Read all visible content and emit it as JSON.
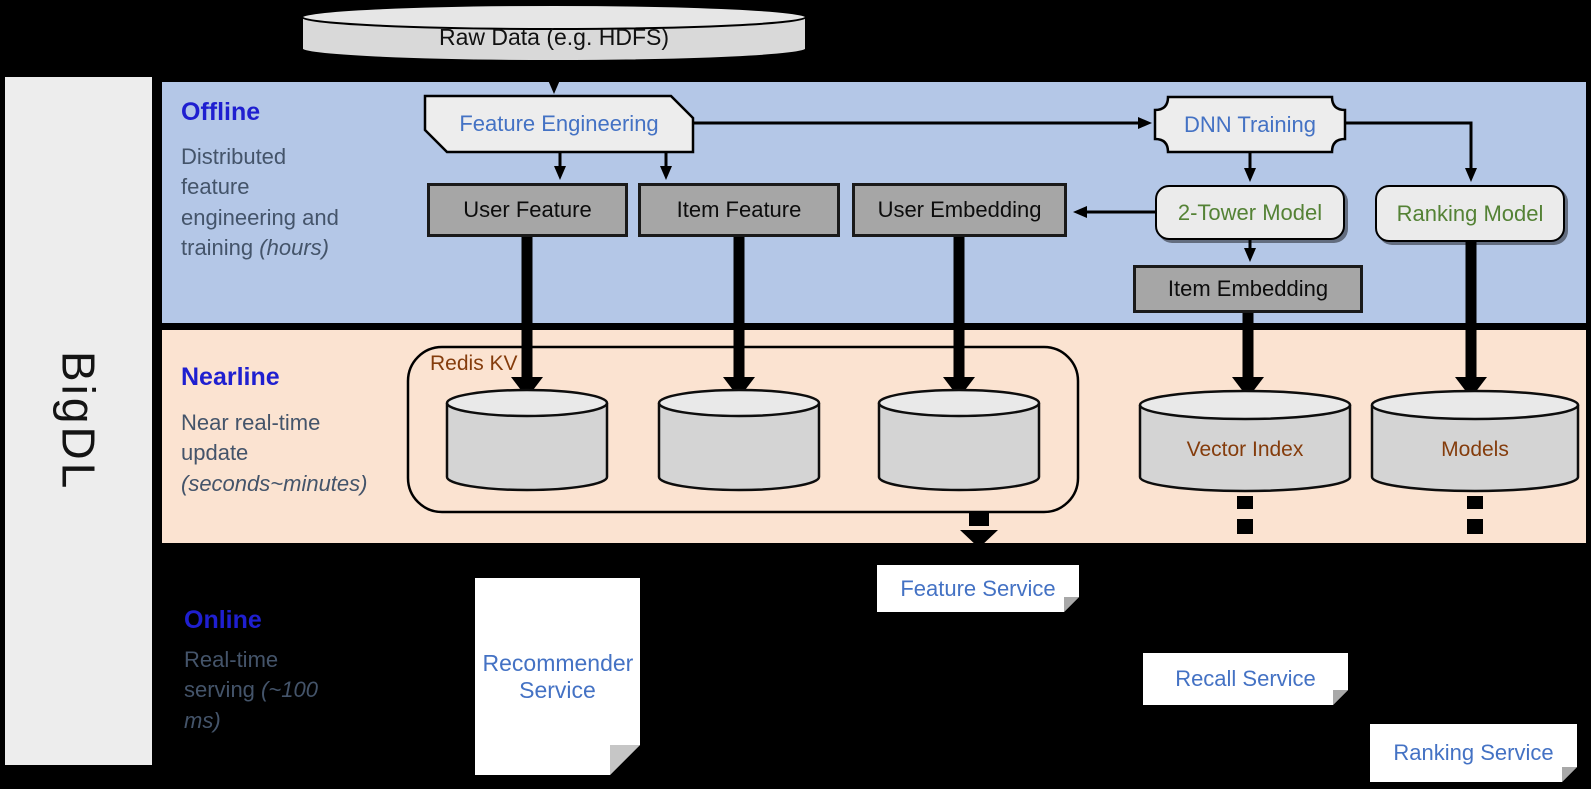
{
  "brand": "BigDL",
  "source_store": {
    "label": "Raw Data (e.g. HDFS)"
  },
  "sections": {
    "offline": {
      "title": "Offline",
      "desc_main": "Distributed feature engineering and training",
      "desc_italic": "(hours)"
    },
    "nearline": {
      "title": "Nearline",
      "desc_main": "Near real-time update",
      "desc_italic": "(seconds~minutes)"
    },
    "online": {
      "title": "Online",
      "desc_main": "Real-time serving",
      "desc_italic": "(~100 ms)"
    }
  },
  "nodes": {
    "feature_engineering": "Feature Engineering",
    "dnn_training": "DNN Training",
    "user_feature": "User Feature",
    "item_feature": "Item Feature",
    "user_embedding": "User Embedding",
    "two_tower_model": "2-Tower Model",
    "ranking_model": "Ranking Model",
    "item_embedding": "Item Embedding",
    "redis_kv": "Redis KV",
    "vector_index": "Vector Index",
    "models": "Models",
    "recommender_service": "Recommender Service",
    "feature_service": "Feature Service",
    "recall_service": "Recall Service",
    "ranking_service": "Ranking Service"
  },
  "colors": {
    "band_blue": "#b4c7e7",
    "band_peach": "#fbe3d1",
    "heading_blue": "#1f1fd0",
    "body_slate": "#44546a",
    "node_blue": "#4472c4",
    "node_green": "#548235",
    "node_brown": "#843c0c",
    "panel_gray": "#ededed",
    "box_gray": "#a6a6a6"
  }
}
